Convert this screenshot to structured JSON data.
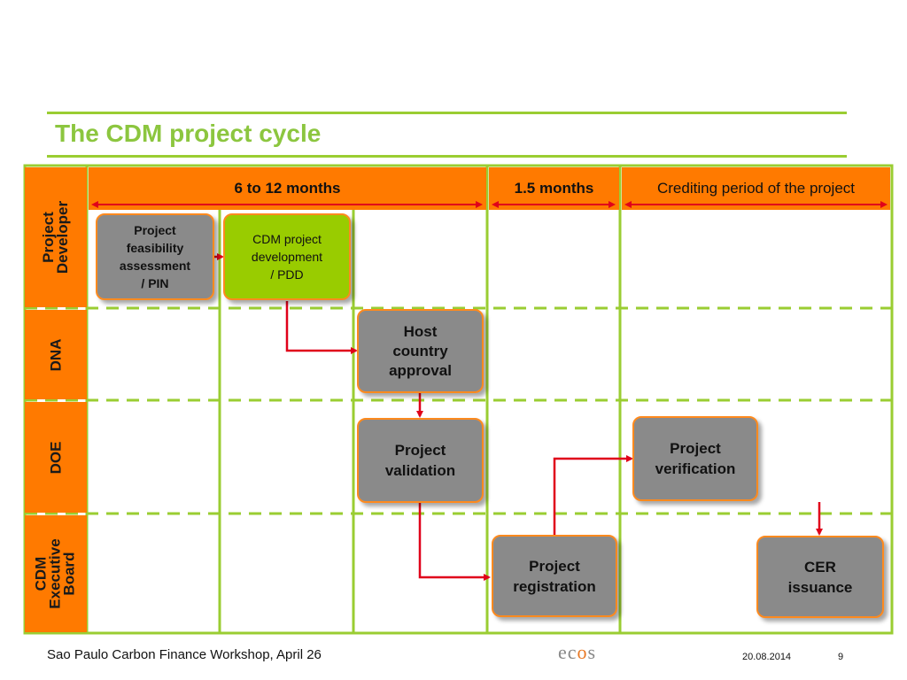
{
  "title": "The CDM project cycle",
  "lanes": [
    {
      "id": "developer",
      "label": "Project\nDeveloper"
    },
    {
      "id": "dna",
      "label": "DNA"
    },
    {
      "id": "doe",
      "label": "DOE"
    },
    {
      "id": "board",
      "label": "CDM\nExecutive\nBoard"
    }
  ],
  "phases": [
    {
      "label": "6 to 12 months"
    },
    {
      "label": "1.5 months"
    },
    {
      "label": "Crediting period of the project"
    }
  ],
  "steps": {
    "feasibility": "Project\nfeasibility\nassessment\n/ PIN",
    "pdd": "CDM project\ndevelopment\n/ PDD",
    "approval": "Host\ncountry\napproval",
    "validation": "Project\nvalidation",
    "registration": "Project\nregistration",
    "verification": "Project\nverification",
    "issuance": "CER\nissuance"
  },
  "footer": {
    "event": "Sao Paulo Carbon Finance Workshop, April 26",
    "logo_prefix": "ec",
    "logo_o": "o",
    "logo_suffix": "s",
    "date": "20.08.2014",
    "page": "9"
  },
  "colors": {
    "accent_orange": "#ff7a00",
    "accent_green": "#99cc00",
    "box_gray": "#8a8a8a",
    "arrow_red": "#e0001a"
  }
}
